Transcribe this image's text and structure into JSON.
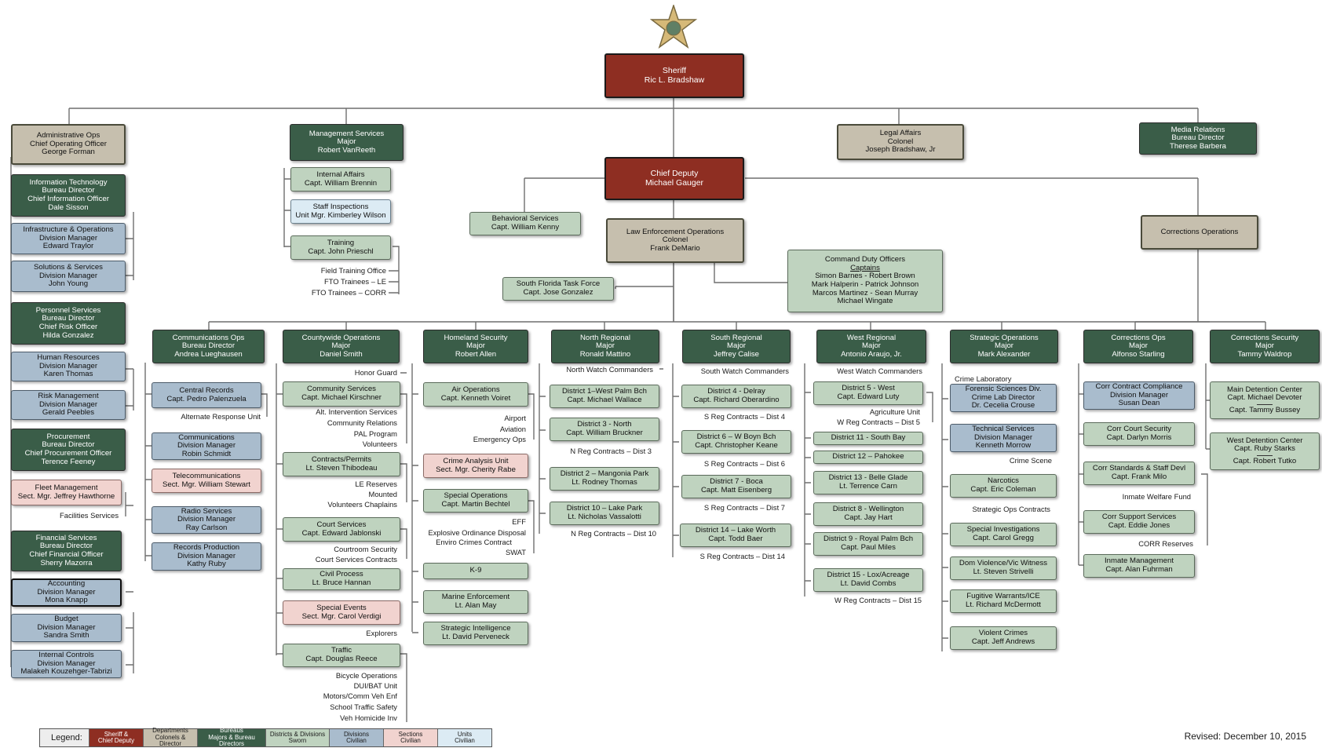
{
  "colors": {
    "sheriff": "#8e2e22",
    "department": "#c6bfae",
    "bureau": "#3a5d48",
    "district": "#bfd3bf",
    "division": "#a9bccd",
    "section": "#f1d3cf",
    "unit": "#dcebf4"
  },
  "top": {
    "sheriff": [
      "Sheriff",
      "Ric L. Bradshaw"
    ],
    "chief_deputy": [
      "Chief Deputy",
      "Michael Gauger"
    ],
    "law_enforcement_ops": [
      "Law Enforcement Operations",
      "Colonel",
      "Frank DeMario"
    ],
    "corrections_ops": [
      "Corrections Operations"
    ],
    "legal_affairs": [
      "Legal Affairs",
      "Colonel",
      "Joseph Bradshaw, Jr"
    ],
    "media_relations": [
      "Media Relations",
      "Bureau Director",
      "Therese Barbera"
    ],
    "behavioral_services": [
      "Behavioral Services",
      "Capt. William Kenny"
    ],
    "south_florida_task_force": [
      "South Florida Task Force",
      "Capt. Jose Gonzalez"
    ],
    "command_duty_officers": [
      "Command Duty Officers",
      "Captains",
      "Simon Barnes - Robert Brown",
      "Mark Halperin - Patrick Johnson",
      "Marcos Martinez - Sean Murray",
      "Michael Wingate"
    ]
  },
  "admin": {
    "head": [
      "Administrative Ops",
      "Chief Operating Officer",
      "George Forman"
    ],
    "it": [
      "Information Technology",
      "Bureau Director",
      "Chief Information Officer",
      "Dale Sisson"
    ],
    "infra": [
      "Infrastructure & Operations",
      "Division Manager",
      "Edward Traylor"
    ],
    "solutions": [
      "Solutions & Services",
      "Division Manager",
      "John Young"
    ],
    "personnel": [
      "Personnel Services",
      "Bureau Director",
      "Chief Risk Officer",
      "Hilda Gonzalez"
    ],
    "hr": [
      "Human Resources",
      "Division Manager",
      "Karen Thomas"
    ],
    "risk": [
      "Risk Management",
      "Division Manager",
      "Gerald Peebles"
    ],
    "procurement": [
      "Procurement",
      "Bureau Director",
      "Chief Procurement Officer",
      "Terence Feeney"
    ],
    "fleet": [
      "Fleet Management",
      "Sect. Mgr. Jeffrey Hawthorne"
    ],
    "facilities": "Facilities Services",
    "financial": [
      "Financial Services",
      "Bureau Director",
      "Chief Financial Officer",
      "Sherry Mazorra"
    ],
    "accounting": [
      "Accounting",
      "Division Manager",
      "Mona Knapp"
    ],
    "budget": [
      "Budget",
      "Division Manager",
      "Sandra Smith"
    ],
    "internal_controls": [
      "Internal Controls",
      "Division Manager",
      "Malakeh Kouzehger-Tabrizi"
    ]
  },
  "mgmt": {
    "head": [
      "Management Services",
      "Major",
      "Robert VanReeth"
    ],
    "internal_affairs": [
      "Internal Affairs",
      "Capt. William Brennin"
    ],
    "staff_inspections": [
      "Staff Inspections",
      "Unit Mgr. Kimberley Wilson"
    ],
    "training": [
      "Training",
      "Capt. John Prieschl"
    ],
    "training_items": [
      "Field Training Office",
      "FTO Trainees – LE",
      "FTO Trainees – CORR"
    ]
  },
  "comm": {
    "head": [
      "Communications Ops",
      "Bureau Director",
      "Andrea Lueghausen"
    ],
    "central_records": [
      "Central Records",
      "Capt. Pedro Palenzuela"
    ],
    "alternate": "Alternate Response Unit",
    "communications": [
      "Communications",
      "Division Manager",
      "Robin Schmidt"
    ],
    "telecom": [
      "Telecommunications",
      "Sect. Mgr. William Stewart"
    ],
    "radio": [
      "Radio Services",
      "Division Manager",
      "Ray Carlson"
    ],
    "records_production": [
      "Records Production",
      "Division Manager",
      "Kathy Ruby"
    ]
  },
  "countywide": {
    "head": [
      "Countywide Operations",
      "Major",
      "Daniel Smith"
    ],
    "honor_guard": "Honor Guard",
    "community": [
      "Community Services",
      "Capt. Michael Kirschner"
    ],
    "community_items": [
      "Alt. Intervention Services",
      "Community Relations",
      "PAL Program",
      "Volunteers"
    ],
    "contracts": [
      "Contracts/Permits",
      "Lt. Steven Thibodeau"
    ],
    "contracts_items": [
      "LE Reserves",
      "Mounted",
      "Volunteers Chaplains"
    ],
    "court": [
      "Court Services",
      "Capt. Edward Jablonski"
    ],
    "court_items": [
      "Courtroom Security",
      "Court Services Contracts"
    ],
    "civil": [
      "Civil Process",
      "Lt. Bruce Hannan"
    ],
    "special_events": [
      "Special Events",
      "Sect. Mgr. Carol Verdigi"
    ],
    "explorers": "Explorers",
    "traffic": [
      "Traffic",
      "Capt. Douglas Reece"
    ],
    "traffic_items": [
      "Bicycle Operations",
      "DUI/BAT Unit",
      "Motors/Comm Veh Enf",
      "School Traffic Safety",
      "Veh Homicide Inv"
    ]
  },
  "homeland": {
    "head": [
      "Homeland Security",
      "Major",
      "Robert Allen"
    ],
    "air": [
      "Air Operations",
      "Capt. Kenneth Voiret"
    ],
    "air_items": [
      "Airport",
      "Aviation",
      "Emergency Ops"
    ],
    "crime_analysis": [
      "Crime Analysis Unit",
      "Sect. Mgr. Cherity Rabe"
    ],
    "special_ops": [
      "Special Operations",
      "Capt. Martin Bechtel"
    ],
    "special_items": [
      "EFF",
      "Explosive Ordinance Disposal",
      "Enviro Crimes Contract",
      "SWAT"
    ],
    "k9": [
      "K-9"
    ],
    "marine": [
      "Marine Enforcement",
      "Lt. Alan May"
    ],
    "strategic_intel": [
      "Strategic Intelligence",
      "Lt. David Perveneck"
    ]
  },
  "north": {
    "head": [
      "North Regional",
      "Major",
      "Ronald Mattino"
    ],
    "watch": "North Watch Commanders",
    "d1": [
      "District 1–West Palm Bch",
      "Capt. Michael Wallace"
    ],
    "d3": [
      "District 3 - North",
      "Capt. William Bruckner"
    ],
    "d3_note": "N Reg Contracts – Dist 3",
    "d2": [
      "District 2 – Mangonia Park",
      "Lt. Rodney Thomas"
    ],
    "d10": [
      "District 10 – Lake Park",
      "Lt. Nicholas Vassalotti"
    ],
    "d10_note": "N Reg Contracts – Dist 10"
  },
  "south": {
    "head": [
      "South Regional",
      "Major",
      "Jeffrey Calise"
    ],
    "watch": "South Watch Commanders",
    "d4": [
      "District 4 - Delray",
      "Capt. Richard Oberardino"
    ],
    "d4_note": "S Reg Contracts – Dist 4",
    "d6": [
      "District 6 – W Boyn Bch",
      "Capt. Christopher Keane"
    ],
    "d6_note": "S Reg Contracts – Dist 6",
    "d7": [
      "District 7 - Boca",
      "Capt. Matt Eisenberg"
    ],
    "d7_note": "S Reg Contracts – Dist 7",
    "d14": [
      "District 14 – Lake Worth",
      "Capt. Todd Baer"
    ],
    "d14_note": "S Reg Contracts – Dist 14"
  },
  "west": {
    "head": [
      "West Regional",
      "Major",
      "Antonio Araujo, Jr."
    ],
    "watch": "West Watch Commanders",
    "d5": [
      "District 5 - West",
      "Capt. Edward Luty"
    ],
    "d5_notes": [
      "Agriculture Unit",
      "W Reg Contracts – Dist 5"
    ],
    "d11": [
      "District 11 - South Bay"
    ],
    "d12": [
      "District 12 – Pahokee"
    ],
    "d13": [
      "District 13 - Belle Glade",
      "Lt. Terrence Carn"
    ],
    "d8": [
      "District 8 - Wellington",
      "Capt. Jay Hart"
    ],
    "d9": [
      "District 9 - Royal Palm Bch",
      "Capt. Paul Miles"
    ],
    "d15": [
      "District 15 - Lox/Acreage",
      "Lt. David Combs"
    ],
    "d15_note": "W Reg Contracts – Dist 15"
  },
  "strategic": {
    "head": [
      "Strategic Operations",
      "Major",
      "Mark Alexander"
    ],
    "crime_lab": "Crime Laboratory",
    "forensic": [
      "Forensic Sciences Div.",
      "Crime Lab Director",
      "Dr. Cecelia Crouse"
    ],
    "technical": [
      "Technical Services",
      "Division Manager",
      "Kenneth Morrow"
    ],
    "crime_scene": "Crime Scene",
    "narcotics": [
      "Narcotics",
      "Capt. Eric Coleman"
    ],
    "strat_contracts": "Strategic Ops Contracts",
    "special_inv": [
      "Special Investigations",
      "Capt. Carol Gregg"
    ],
    "dom_violence": [
      "Dom Violence/Vic Witness",
      "Lt. Steven Strivelli"
    ],
    "fugitive": [
      "Fugitive Warrants/ICE",
      "Lt. Richard McDermott"
    ],
    "violent": [
      "Violent Crimes",
      "Capt. Jeff Andrews"
    ]
  },
  "corr_ops": {
    "head": [
      "Corrections Ops",
      "Major",
      "Alfonso Starling"
    ],
    "contract_compliance": [
      "Corr Contract Compliance",
      "Division Manager",
      "Susan Dean"
    ],
    "court_security": [
      "Corr Court Security",
      "Capt. Darlyn Morris"
    ],
    "standards": [
      "Corr Standards & Staff Devl",
      "Capt. Frank Milo"
    ],
    "inmate_welfare": "Inmate Welfare Fund",
    "support": [
      "Corr Support Services",
      "Capt. Eddie Jones"
    ],
    "corr_reserves": "CORR Reserves",
    "inmate_mgmt": [
      "Inmate Management",
      "Capt. Alan Fuhrman"
    ]
  },
  "corr_sec": {
    "head": [
      "Corrections Security",
      "Major",
      "Tammy Waldrop"
    ],
    "main_detention": [
      "Main Detention Center",
      "Capt. Michael Devoter",
      "Capt. Tammy Bussey"
    ],
    "west_detention": [
      "West Detention Center",
      "Capt. Ruby Starks",
      "Capt. Robert Tutko"
    ]
  },
  "legend": {
    "title": "Legend:",
    "items": [
      [
        "Sheriff &",
        "Chief Deputy"
      ],
      [
        "Departments",
        "Colonels & Director"
      ],
      [
        "Bureaus",
        "Majors & Bureau Directors"
      ],
      [
        "Districts & Divisions",
        "Sworn"
      ],
      [
        "Divisions",
        "Civilian"
      ],
      [
        "Sections",
        "Civilian"
      ],
      [
        "Units",
        "Civilian"
      ]
    ]
  },
  "revised": "Revised:  December 10, 2015"
}
